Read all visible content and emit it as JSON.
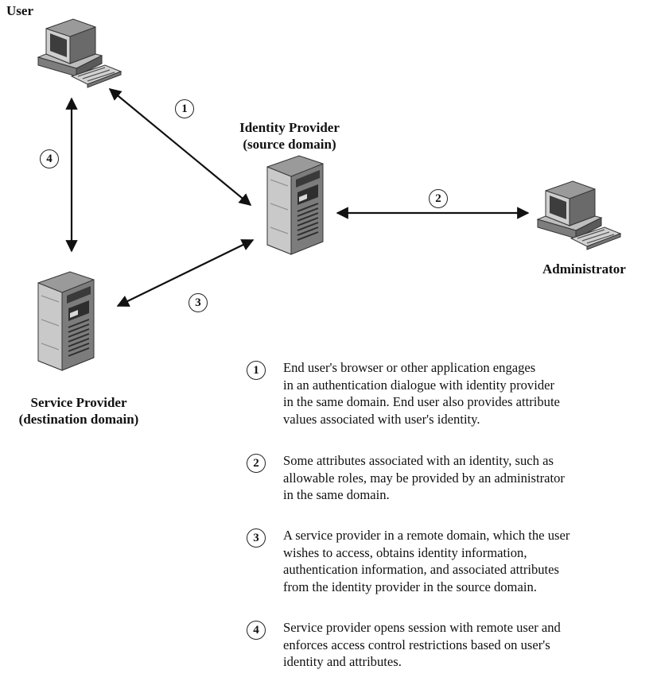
{
  "nodes": {
    "user": {
      "label": "User",
      "icon": "desktop-computer-icon"
    },
    "identity_provider": {
      "label_line1": "Identity Provider",
      "label_line2": "(source domain)",
      "icon": "server-tower-icon"
    },
    "administrator": {
      "label": "Administrator",
      "icon": "desktop-computer-icon"
    },
    "service_provider": {
      "label_line1": "Service Provider",
      "label_line2": "(destination domain)",
      "icon": "server-tower-icon"
    }
  },
  "arrows": [
    {
      "step": "1",
      "from": "user",
      "to": "identity_provider"
    },
    {
      "step": "2",
      "from": "identity_provider",
      "to": "administrator"
    },
    {
      "step": "3",
      "from": "service_provider",
      "to": "identity_provider"
    },
    {
      "step": "4",
      "from": "user",
      "to": "service_provider"
    }
  ],
  "legend": [
    {
      "step": "1",
      "text": "End user's browser or other application engages\nin an authentication dialogue with identity provider\nin the same domain. End user also provides attribute\nvalues associated with user's identity."
    },
    {
      "step": "2",
      "text": "Some attributes associated with an identity, such as\nallowable roles, may be provided by an administrator\nin the same domain."
    },
    {
      "step": "3",
      "text": "A service provider in a remote domain, which the user\nwishes to access, obtains identity information,\nauthentication information, and associated attributes\nfrom the identity provider in the source domain."
    },
    {
      "step": "4",
      "text": "Service provider opens session with remote user and\nenforces access control restrictions based on user's\nidentity and attributes."
    }
  ],
  "colors": {
    "line": "#111111",
    "device_light": "#c8c8c8",
    "device_mid": "#8a8a8a",
    "device_dark": "#3a3a3a"
  }
}
